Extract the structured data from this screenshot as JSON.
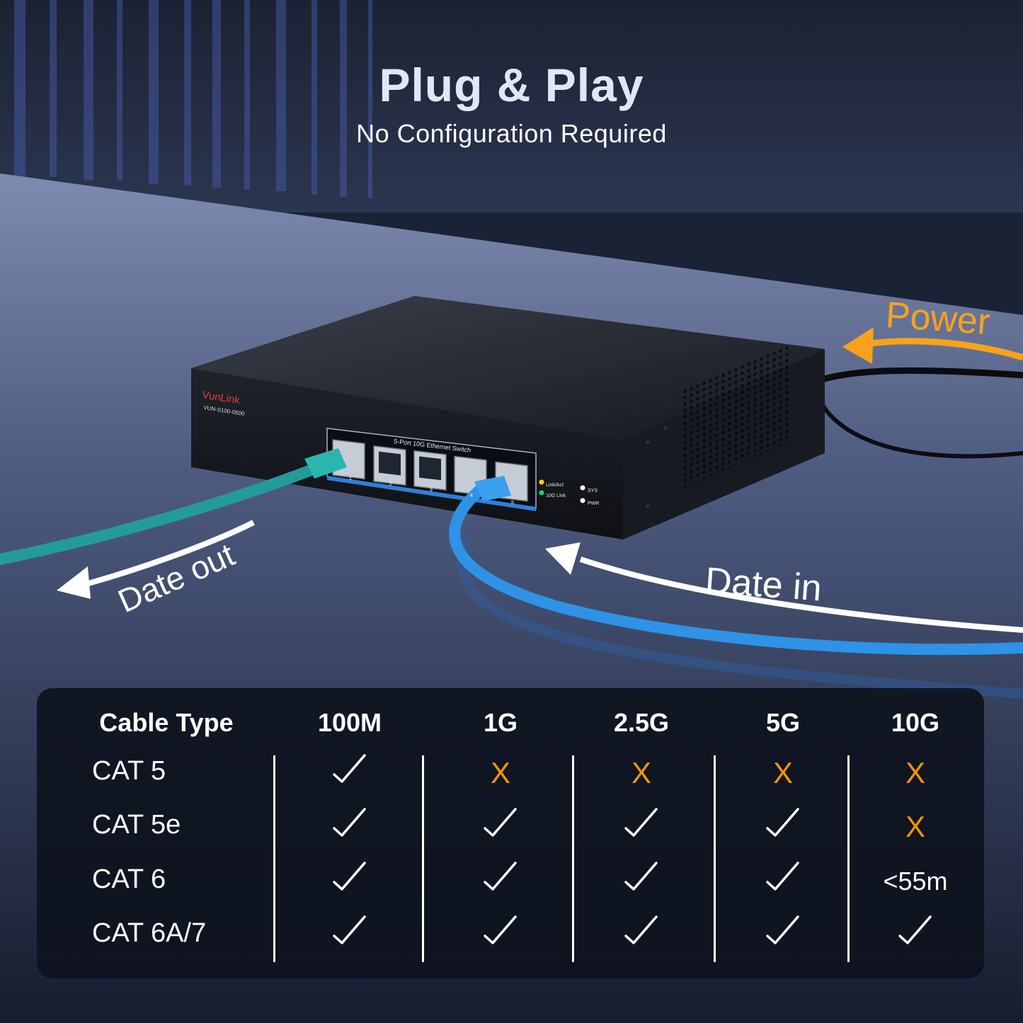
{
  "header": {
    "title": "Plug & Play",
    "subtitle": "No Configuration Required"
  },
  "device": {
    "brand": "VunLink",
    "model": "VUN-S100-0500",
    "panel_label": "5-Port 10G Ethernet Switch",
    "port_numbers": [
      "1",
      "2",
      "3",
      "4",
      "5"
    ],
    "led_labels": [
      "Link/Act",
      "10G Link"
    ],
    "status_labels": [
      "SYS",
      "PWR"
    ]
  },
  "callouts": {
    "power": "Power",
    "data_out": "Date out",
    "data_in": "Date in"
  },
  "colors": {
    "power_arrow": "#f7a21b",
    "cable_out": "#23a8a8",
    "cable_in": "#2c8ee0",
    "not_supported": "#f5930a"
  },
  "table": {
    "header_label": "Cable  Type",
    "columns": [
      "100M",
      "1G",
      "2.5G",
      "5G",
      "10G"
    ],
    "rows": [
      {
        "label": "CAT 5",
        "cells": [
          "check",
          "X",
          "X",
          "X",
          "X"
        ]
      },
      {
        "label": "CAT 5e",
        "cells": [
          "check",
          "check",
          "check",
          "check",
          "X"
        ]
      },
      {
        "label": "CAT 6",
        "cells": [
          "check",
          "check",
          "check",
          "check",
          "<55m"
        ]
      },
      {
        "label": "CAT 6A/7",
        "cells": [
          "check",
          "check",
          "check",
          "check",
          "check"
        ]
      }
    ]
  }
}
